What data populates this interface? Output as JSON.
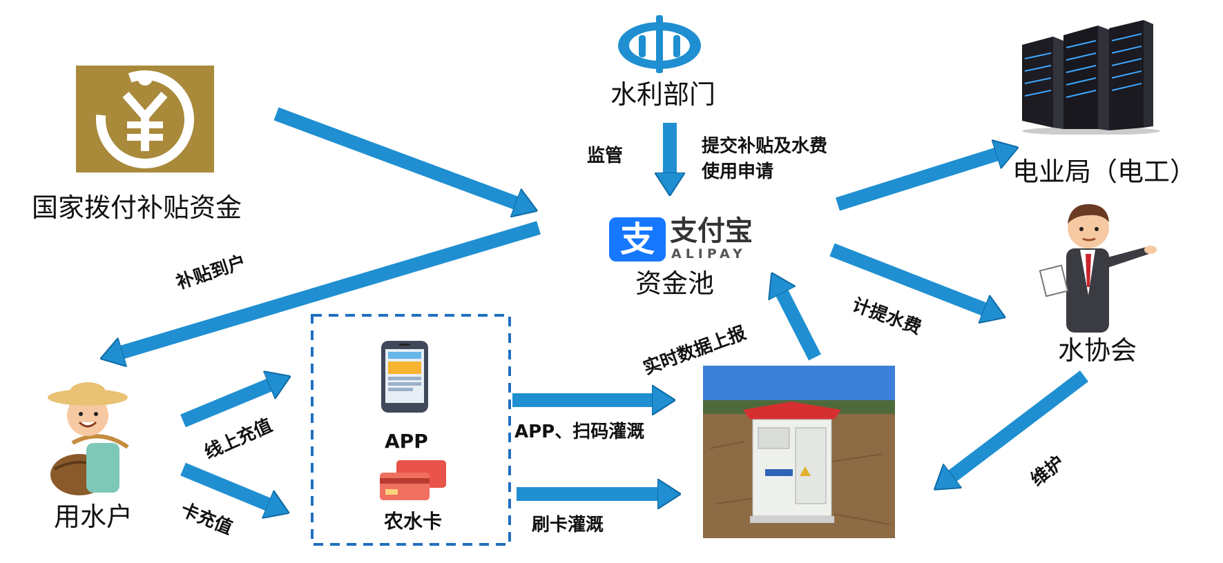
{
  "nodes": {
    "state_funds": "国家拨付补贴资金",
    "water_dept": "水利部门",
    "fund_pool": "资金池",
    "alipay_cn": "支付宝",
    "alipay_en": "ALIPAY",
    "alipay_glyph": "支",
    "power_bureau": "电业局（电工）",
    "water_assoc": "水协会",
    "water_user": "用水户",
    "app": "APP",
    "card": "农水卡"
  },
  "labels": {
    "supervise": "监管",
    "submit_line1": "提交补贴及水费",
    "submit_line2": "使用申请",
    "subsidy_to_household": "补贴到户",
    "online_recharge": "线上充值",
    "card_recharge": "卡充值",
    "app_scan_irrigation": "APP、扫码灌溉",
    "card_irrigation": "刷卡灌溉",
    "realtime_report": "实时数据上报",
    "water_fee": "计提水费",
    "maintain": "维护"
  },
  "colors": {
    "arrow_fill": "#1f8fd1",
    "arrow_stroke": "#0f6aa3",
    "gold": "#a98a3b",
    "alipay_blue": "#1677ff",
    "dashed_border": "#1f6fc0",
    "cabinet_roof": "#d62f2f",
    "soil": "#8d6b45",
    "sky": "#3c7fd9"
  },
  "icons": {
    "state_funds": "yuan-coin-icon",
    "water_dept": "water-ministry-logo",
    "power_bureau": "server-rack-icon",
    "water_assoc": "businessman-icon",
    "water_user": "farmer-icon",
    "app": "smartphone-icon",
    "card": "bank-card-icon"
  }
}
